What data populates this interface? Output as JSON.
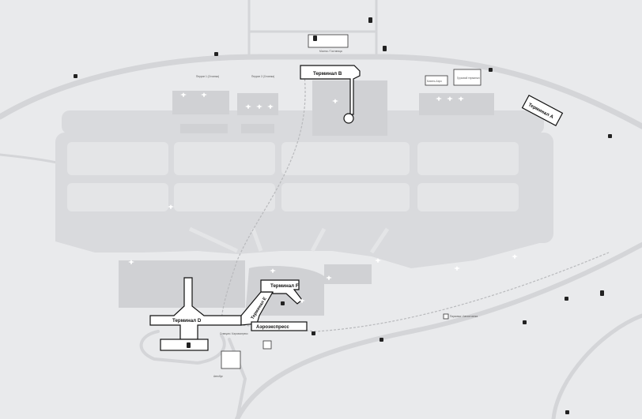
{
  "terminals": {
    "b": "Терминал B",
    "a": "Терминал A",
    "d": "Терминал D",
    "e": "Терминал E",
    "f": "Терминал F"
  },
  "aeroexpress": "Аэроэкспресс",
  "small_labels": {
    "platform_left": "Перрон 1 (Стоянка)",
    "platform_right": "Перрон 2 (Стоянка)",
    "hotel_north": "Мостик / Гостиница",
    "cargo": "Грузовой терминал",
    "business": "Бизнес-Аэро",
    "parking_right": "Парковка / Автостоянка",
    "station": "Станция / Аэроэкспресс",
    "bus": "Автобус"
  },
  "colors": {
    "background": "#e9eaec",
    "runway": "#d2d3d6",
    "road": "#d4d5d8",
    "terminal_fill": "#ffffff",
    "terminal_stroke": "#111111"
  }
}
